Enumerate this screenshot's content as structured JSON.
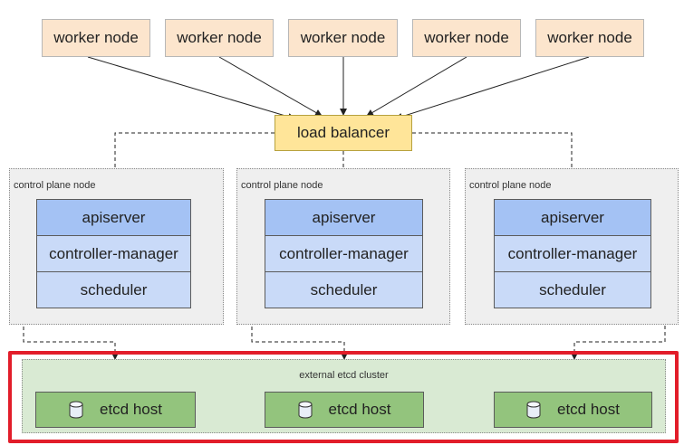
{
  "workers": [
    {
      "label": "worker node"
    },
    {
      "label": "worker node"
    },
    {
      "label": "worker node"
    },
    {
      "label": "worker node"
    },
    {
      "label": "worker node"
    }
  ],
  "load_balancer": {
    "label": "load balancer"
  },
  "control_plane_nodes": [
    {
      "label": "control plane node",
      "components": [
        "apiserver",
        "controller-manager",
        "scheduler"
      ]
    },
    {
      "label": "control plane node",
      "components": [
        "apiserver",
        "controller-manager",
        "scheduler"
      ]
    },
    {
      "label": "control plane node",
      "components": [
        "apiserver",
        "controller-manager",
        "scheduler"
      ]
    }
  ],
  "etcd_cluster": {
    "label": "external etcd cluster",
    "hosts": [
      {
        "label": "etcd host",
        "icon": "database-icon"
      },
      {
        "label": "etcd host",
        "icon": "database-icon"
      },
      {
        "label": "etcd host",
        "icon": "database-icon"
      }
    ]
  },
  "colors": {
    "worker": "#fce5cd",
    "load_balancer": "#ffe599",
    "apiserver": "#a4c2f4",
    "component": "#c9daf8",
    "etcd_cluster": "#d9ead3",
    "etcd_host": "#93c47d",
    "highlight": "#e21d2a"
  }
}
